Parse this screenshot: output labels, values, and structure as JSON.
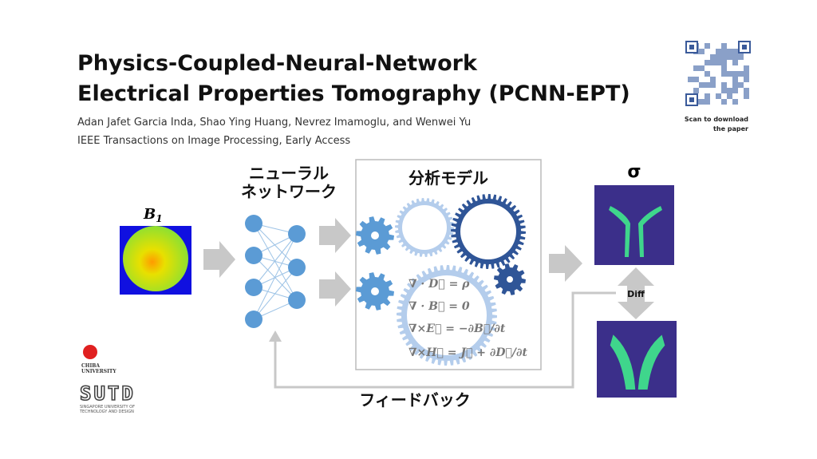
{
  "header": {
    "title_line1": "Physics-Coupled-Neural-Network",
    "title_line2": "Electrical Properties Tomography (PCNN-EPT)",
    "authors": "Adan Jafet Garcia Inda, Shao Ying Huang, Nevrez Imamoglu, and Wenwei Yu",
    "journal": "IEEE Transactions on Image Processing, Early Access"
  },
  "qr": {
    "caption_line1": "Scan to download",
    "caption_line2": "the paper"
  },
  "input": {
    "label": "B",
    "subscript": "1"
  },
  "network": {
    "label_line1": "ニューラル",
    "label_line2": "ネットワーク"
  },
  "model": {
    "label": "分析モデル",
    "equations": [
      "∇ · D⃗ = ρ",
      "∇ · B⃗ = 0",
      "∇×E⃗ = −∂B⃗/∂t",
      "∇×H⃗ = J⃗ + ∂D⃗/∂t"
    ]
  },
  "output": {
    "label": "σ",
    "diff_label": "Diff"
  },
  "feedback": {
    "label": "フィードバック"
  },
  "logos": {
    "chiba_line1": "CHIBA",
    "chiba_line2": "UNIVERSITY",
    "sutd": "SUTD",
    "sutd_sub1": "SINGAPORE UNIVERSITY OF",
    "sutd_sub2": "TECHNOLOGY AND DESIGN"
  },
  "colors": {
    "node": "#5b9bd5",
    "gear_light": "#5b9bd5",
    "gear_pale": "#b4cdec",
    "gear_dark": "#2f5597",
    "arrow": "#c8c8c8",
    "map_bg": "#3b2f8a",
    "map_fg": "#3fd68c"
  }
}
